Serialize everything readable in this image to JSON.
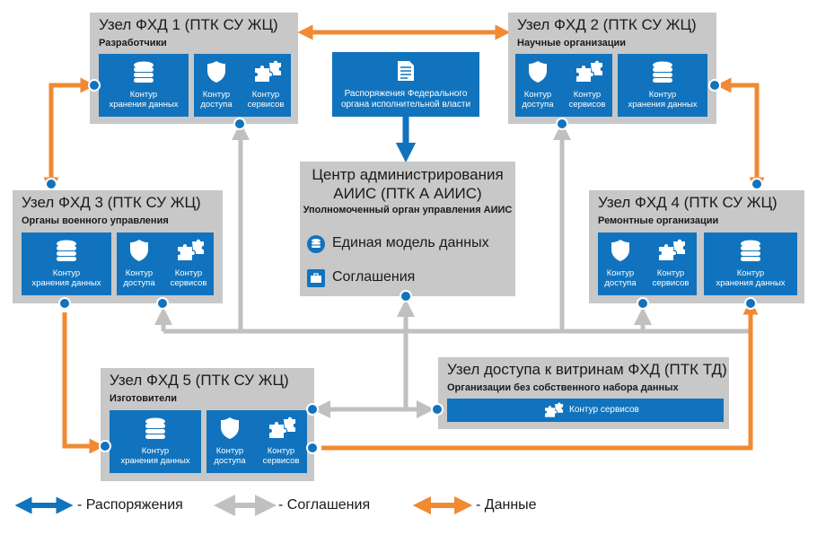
{
  "colors": {
    "blue": "#1173bd",
    "orange": "#f08a33",
    "gray": "#c0c0c0",
    "box": "#c8c8c8"
  },
  "nodes": {
    "n1": {
      "title": "Узел ФХД 1 (ПТК СУ ЖЦ)",
      "subtitle": "Разработчики"
    },
    "n2": {
      "title": "Узел ФХД 2 (ПТК СУ ЖЦ)",
      "subtitle": "Научные организации"
    },
    "n3": {
      "title": "Узел ФХД 3 (ПТК СУ ЖЦ)",
      "subtitle": "Органы военного управления"
    },
    "n4": {
      "title": "Узел ФХД 4 (ПТК СУ ЖЦ)",
      "subtitle": "Ремонтные организации"
    },
    "n5": {
      "title": "Узел ФХД 5 (ПТК СУ ЖЦ)",
      "subtitle": "Изготовители"
    },
    "td": {
      "title": "Узел доступа к витринам ФХД (ПТК ТД)",
      "subtitle": "Организации без собственного набора данных",
      "service": "Контур сервисов"
    }
  },
  "contours": {
    "storage_l1": "Контур",
    "storage_l2": "хранения данных",
    "access_l1": "Контур",
    "access_l2": "доступа",
    "services_l1": "Контур",
    "services_l2": "сервисов"
  },
  "directive": {
    "line1": "Распоряжения Федерального",
    "line2": "органа исполнительной власти",
    "icon": "document-icon"
  },
  "center": {
    "title_l1": "Центр администрирования",
    "title_l2": "АИИС (ПТК А АИИС)",
    "subtitle": "Уполномоченный орган управления АИИС",
    "items": [
      {
        "label": "Единая модель данных",
        "icon": "database-icon"
      },
      {
        "label": "Соглашения",
        "icon": "briefcase-icon"
      }
    ]
  },
  "legend": [
    {
      "label": "- Распоряжения",
      "color": "#1173bd"
    },
    {
      "label": "- Соглашения",
      "color": "#c0c0c0"
    },
    {
      "label": "- Данные",
      "color": "#f08a33"
    }
  ]
}
